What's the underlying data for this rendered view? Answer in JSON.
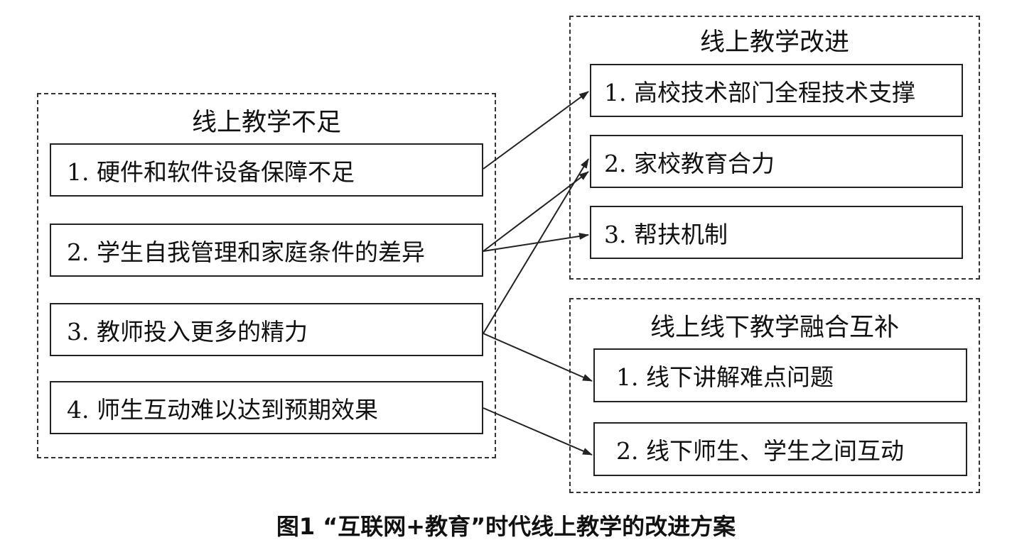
{
  "left_group": {
    "title": "线上教学不足",
    "items": [
      "1. 硬件和软件设备保障不足",
      "2. 学生自我管理和家庭条件的差异",
      "3. 教师投入更多的精力",
      "4. 师生互动难以达到预期效果"
    ]
  },
  "top_right_group": {
    "title": "线上教学改进",
    "items": [
      "1. 高校技术部门全程技术支撑",
      "2. 家校教育合力",
      "3. 帮扶机制"
    ]
  },
  "bottom_right_group": {
    "title": "线上线下教学融合互补",
    "items": [
      "1. 线下讲解难点问题",
      "2. 线下师生、学生之间互动"
    ]
  },
  "caption": "图1 “互联网+教育”时代线上教学的改进方案",
  "colors": {
    "line": "#222222",
    "background": "#ffffff"
  }
}
